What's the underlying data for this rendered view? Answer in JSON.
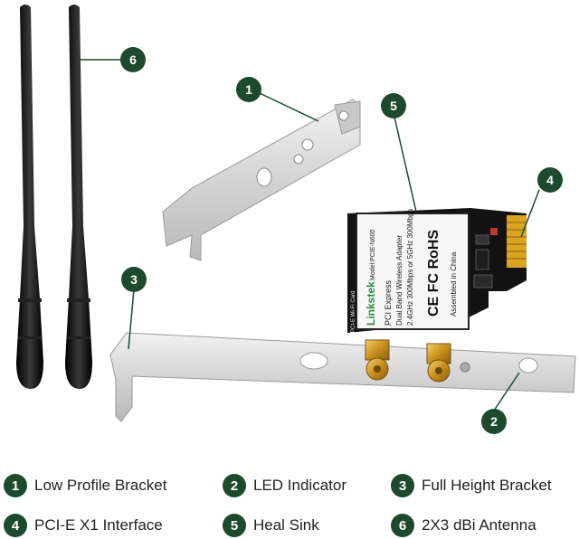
{
  "colors": {
    "callout": "#1d4a2c",
    "bracket": "#dcdcdc",
    "antenna": "#111111",
    "pcb": "#101010",
    "label_bg": "#f7f7f7",
    "gold": "#d9a520"
  },
  "callouts": [
    {
      "number": "1"
    },
    {
      "number": "2"
    },
    {
      "number": "3"
    },
    {
      "number": "4"
    },
    {
      "number": "5"
    },
    {
      "number": "6"
    }
  ],
  "card_label": {
    "brand": "Linkstek",
    "model": "Model:PCIE-N600",
    "line1": "PCI Express",
    "line2": "Dual Band Wireless Adapter",
    "line3": "2.4GHz 300Mbps or 5GHz 300Mbps",
    "marks": "CE FC RoHS",
    "assembled": "Assembled in China",
    "side_text": "PCI-E Wi-Fi Card"
  },
  "legend": [
    {
      "number": "1",
      "label": "Low Profile Bracket"
    },
    {
      "number": "2",
      "label": "LED Indicator"
    },
    {
      "number": "3",
      "label": "Full Height Bracket"
    },
    {
      "number": "4",
      "label": "PCI-E X1 Interface"
    },
    {
      "number": "5",
      "label": "Heal Sink"
    },
    {
      "number": "6",
      "label": "2X3 dBi Antenna"
    }
  ]
}
